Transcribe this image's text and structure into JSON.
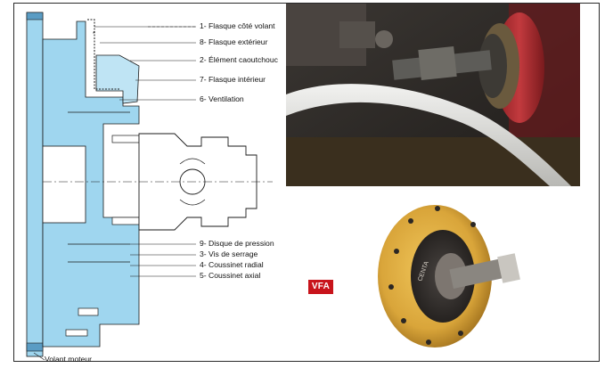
{
  "labels": {
    "flasque_volant": "1- Flasque côté volant",
    "flasque_ext": "8- Flasque extérieur",
    "element_caout": "2- Élément caoutchouc",
    "flasque_int": "7- Flasque intérieur",
    "ventilation": "6- Ventilation",
    "disque_pression": "9- Disque de pression",
    "vis_serrage": "3- Vis de serrage",
    "coussinet_radial": "4- Coussinet radial",
    "coussinet_axial": "5- Coussinet axial",
    "volant_moteur": "Volant moteur",
    "asterisk": "*"
  },
  "badge": {
    "text": "VFA"
  },
  "coupling_text": "CENTA",
  "colors": {
    "diagram_blue": "#9fd6ef",
    "diagram_line": "#1a1a1a",
    "badge_red": "#c8141b",
    "disc_gold": "#d9a53a"
  }
}
